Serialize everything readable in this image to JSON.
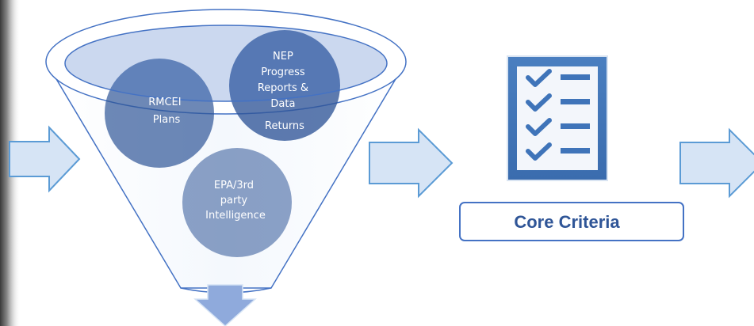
{
  "funnel": {
    "inputs": [
      {
        "id": "rmcei",
        "lines": [
          "RMCEI",
          "Plans"
        ]
      },
      {
        "id": "nep",
        "lines": [
          "NEP",
          "Progress",
          "Reports &",
          "Data",
          "Returns"
        ]
      },
      {
        "id": "epa",
        "lines": [
          "EPA/3rd",
          "party",
          "Intelligence"
        ]
      }
    ]
  },
  "criteria": {
    "label": "Core Criteria",
    "icon": "checklist-icon",
    "checks": 4
  },
  "colors": {
    "circle_dark": "#2F5597",
    "circle_light": "#8FAADC",
    "arrow_fill": "#D6E4F5",
    "arrow_stroke": "#5B9BD5",
    "funnel_stroke": "#4472C4",
    "accent_text": "#2F5597"
  }
}
